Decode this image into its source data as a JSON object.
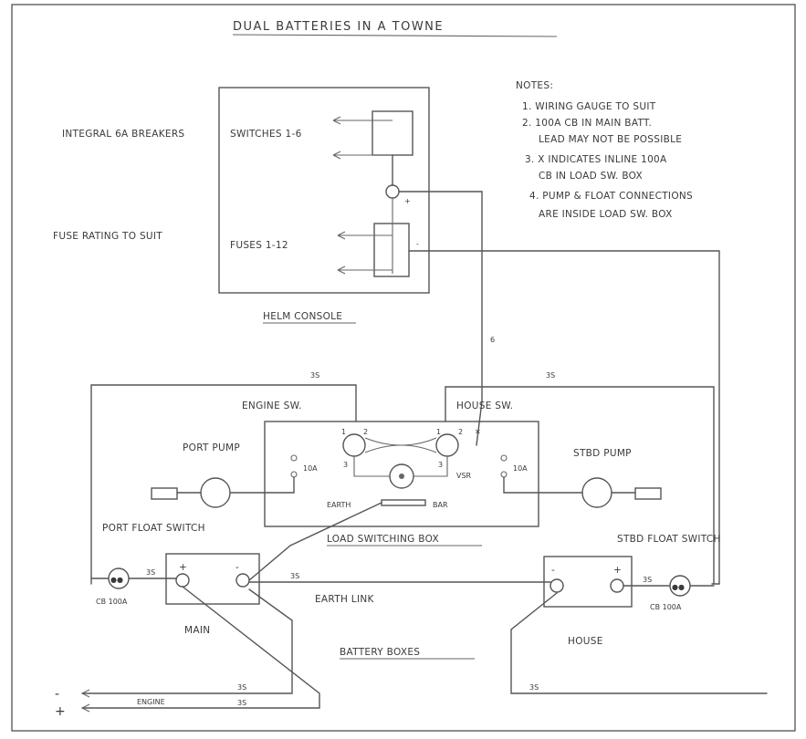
{
  "title": "DUAL BATTERIES IN A TOWNE",
  "notes": {
    "heading": "NOTES:",
    "items": [
      "1. WIRING GAUGE TO SUIT",
      "2. 100A CB IN MAIN BATT.",
      "LEAD MAY NOT BE POSSIBLE",
      "3. X INDICATES INLINE 100A",
      "CB IN LOAD SW. BOX",
      "4. PUMP & FLOAT CONNECTIONS",
      "ARE INSIDE LOAD SW. BOX"
    ]
  },
  "helm": {
    "switch_label": "SWITCHES 1-6",
    "fuse_label": "FUSES 1-12",
    "plus": "+",
    "minus": "-",
    "caption": "HELM CONSOLE"
  },
  "side_labels": {
    "breakers": "INTEGRAL 6A BREAKERS",
    "fuse_rating": "FUSE RATING TO SUIT"
  },
  "wire_labels": {
    "w6": "6",
    "w3s_left": "3S",
    "w3s_right": "3S",
    "w3s_main": "3S",
    "w3s_house": "3S",
    "w3s_main_neg": "3S",
    "w3s_bottom1": "3S",
    "w3s_bottom2": "3S",
    "w3s_house_neg": "3S"
  },
  "load_box": {
    "engine_sw": "ENGINE SW.",
    "house_sw": "HOUSE SW.",
    "vsr": "VSR",
    "earth": "EARTH",
    "bar": "BAR",
    "caption": "LOAD SWITCHING BOX",
    "port_pump": "PORT PUMP",
    "stbd_pump": "STBD PUMP",
    "port_float": "PORT FLOAT SWITCH",
    "stbd_float": "STBD FLOAT SWITCH",
    "fuse_left": "10A",
    "fuse_right": "10A",
    "t1": "1",
    "t2": "2",
    "t3": "3",
    "t4": "1",
    "t5": "2",
    "t6": "3"
  },
  "batteries": {
    "main": "MAIN",
    "house": "HOUSE",
    "plus": "+",
    "minus": "-",
    "earth_link": "EARTH LINK",
    "caption": "BATTERY BOXES",
    "cb_left": "CB 100A",
    "cb_right": "CB 100A"
  },
  "engine": {
    "label": "ENGINE",
    "minus": "-",
    "plus": "+"
  }
}
